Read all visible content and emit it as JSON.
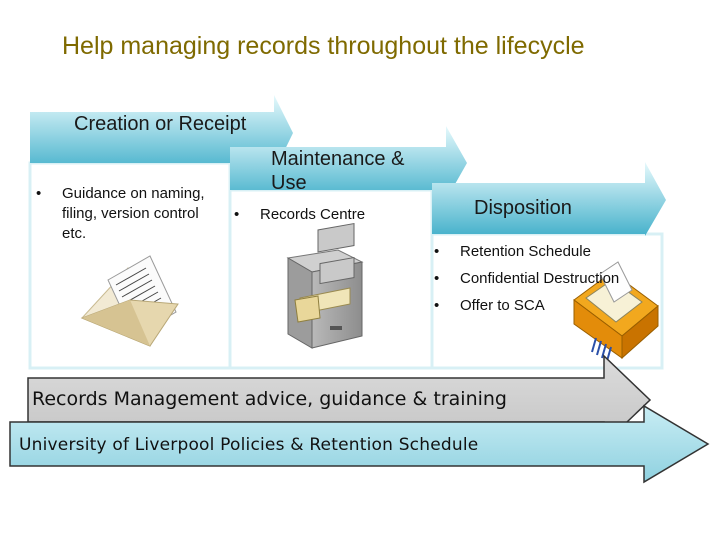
{
  "title": "Help managing records throughout the lifecycle",
  "stages": [
    {
      "label": "Creation or Receipt",
      "bullets": [
        "Guidance on naming, filing, version control etc."
      ],
      "icon": "envelope-letter-icon"
    },
    {
      "label": "Maintenance & Use",
      "bullets": [
        "Records Centre"
      ],
      "icon": "filing-cabinet-icon"
    },
    {
      "label": "Disposition",
      "bullets": [
        "Retention Schedule",
        "Confidential Destruction",
        "Offer to SCA"
      ],
      "icon": "shredder-icon"
    }
  ],
  "bars": {
    "advice": "Records Management advice, guidance & training",
    "policies": "University of Liverpool Policies & Retention Schedule"
  },
  "colors": {
    "title": "#7f6a00",
    "arrow_light": "#d2f4fa",
    "arrow_dark": "#4bb5ce",
    "grey_bar": "#d0d0d0",
    "blue_bar": "#a6dde9"
  }
}
